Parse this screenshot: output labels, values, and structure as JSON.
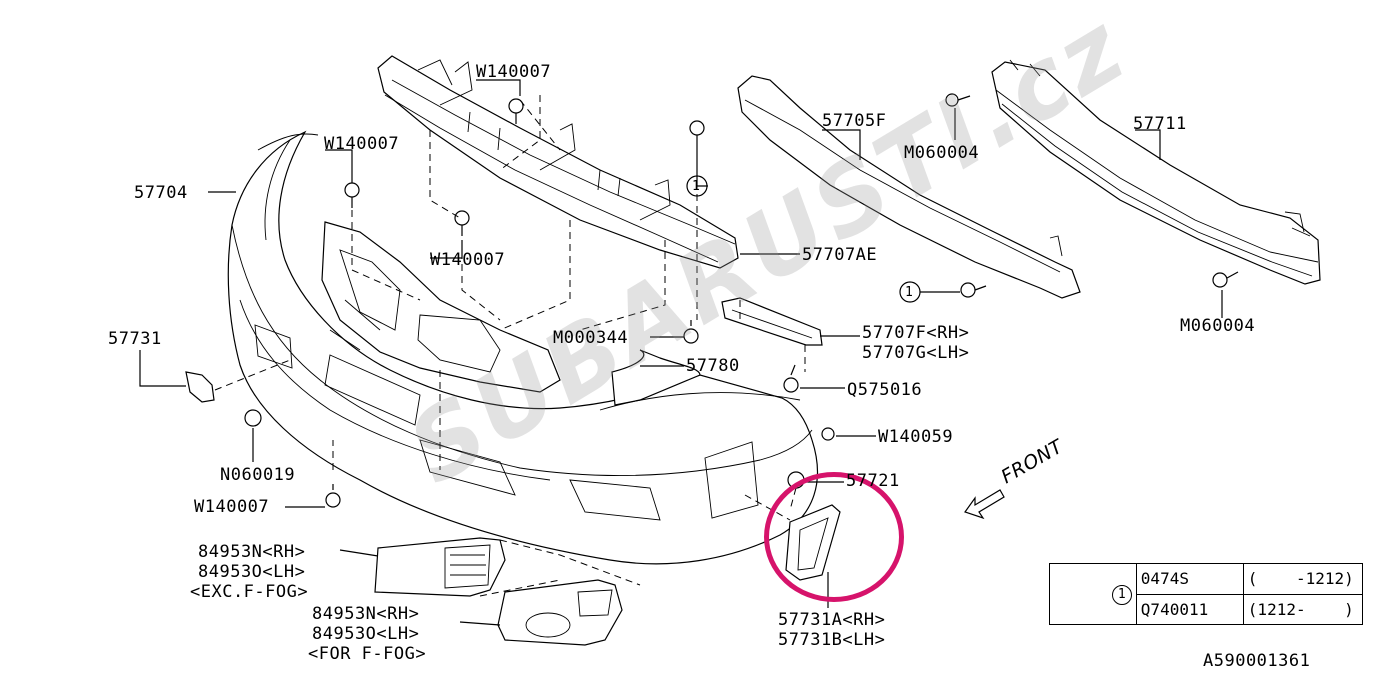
{
  "watermark": "SUBARUSTI.cz",
  "front_label": "FRONT",
  "labels": {
    "w140007_top": "W140007",
    "w140007_left": "W140007",
    "w140007_mid": "W140007",
    "w140007_bottom": "W140007",
    "p57704": "57704",
    "p57705f": "57705F",
    "m060004_top": "M060004",
    "p57711": "57711",
    "p57707ae": "57707AE",
    "m060004_right": "M060004",
    "p57731": "57731",
    "m000344": "M000344",
    "p57707f": "57707F<RH>",
    "p57707g": "57707G<LH>",
    "p57780": "57780",
    "q575016": "Q575016",
    "w140059": "W140059",
    "n060019": "N060019",
    "p57721": "57721",
    "p84953n_1": "84953N<RH>",
    "p84953o_1": "84953O<LH>",
    "exc_ffog": "<EXC.F-FOG>",
    "p84953n_2": "84953N<RH>",
    "p84953o_2": "84953O<LH>",
    "for_ffog": "<FOR F-FOG>",
    "p57731a": "57731A<RH>",
    "p57731b": "57731B<LH>",
    "callout_1a": "1",
    "callout_1b": "1"
  },
  "legend": {
    "marker": "1",
    "rows": [
      {
        "part": "0474S",
        "range": "(    -1212)"
      },
      {
        "part": "Q740011",
        "range": "(1212-    )"
      }
    ]
  },
  "reference": "A590001361",
  "highlight_color": "#d6136b"
}
